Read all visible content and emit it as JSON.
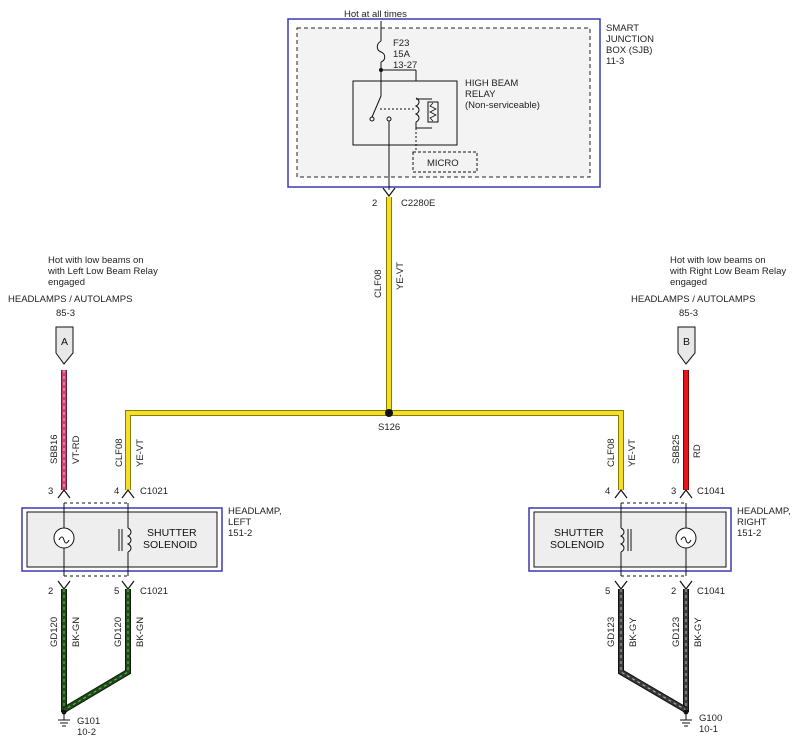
{
  "sjb": {
    "power_label": "Hot at all times",
    "title": [
      "SMART",
      "JUNCTION",
      "BOX (SJB)",
      "11-3"
    ],
    "fuse": {
      "name": "F23",
      "rating": "15A",
      "ref": "13-27"
    },
    "relay": [
      "HIGH BEAM",
      "RELAY",
      "(Non-serviceable)"
    ],
    "micro": "MICRO",
    "pin": "2",
    "connector": "C2280E"
  },
  "center_wire": {
    "circuit": "CLF08",
    "color": "YE-VT",
    "color_hex": "#f3de2a"
  },
  "splice": "S126",
  "left_source": {
    "note": [
      "Hot with low beams on",
      "with Left Low Beam Relay",
      "engaged"
    ],
    "ref_title": "HEADLAMPS / AUTOLAMPS",
    "ref_page": "85-3",
    "flag": "A"
  },
  "right_source": {
    "note": [
      "Hot with low beams on",
      "with Right Low Beam Relay",
      "engaged"
    ],
    "ref_title": "HEADLAMPS / AUTOLAMPS",
    "ref_page": "85-3",
    "flag": "B"
  },
  "left_wires": {
    "sbb": {
      "circuit": "SBB16",
      "color": "VT-RD",
      "color_hex": "#d0426e"
    },
    "clf": {
      "circuit": "CLF08",
      "color": "YE-VT"
    }
  },
  "right_wires": {
    "sbb": {
      "circuit": "SBB25",
      "color": "RD",
      "color_hex": "#e8141c"
    },
    "clf": {
      "circuit": "CLF08",
      "color": "YE-VT"
    }
  },
  "left_headlamp": {
    "title": [
      "HEADLAMP,",
      "LEFT",
      "151-2"
    ],
    "solenoid": [
      "SHUTTER",
      "SOLENOID"
    ],
    "top_pins": [
      "3",
      "4"
    ],
    "top_connector": "C1021",
    "bottom_pins": [
      "2",
      "5"
    ],
    "bottom_connector": "C1021"
  },
  "right_headlamp": {
    "title": [
      "HEADLAMP,",
      "RIGHT",
      "151-2"
    ],
    "solenoid": [
      "SHUTTER",
      "SOLENOID"
    ],
    "top_pins": [
      "4",
      "3"
    ],
    "top_connector": "C1041",
    "bottom_pins": [
      "5",
      "2"
    ],
    "bottom_connector": "C1041"
  },
  "left_ground_wires": {
    "circuit": "GD120",
    "color": "BK-GN",
    "color_hex": "#1f4a1a"
  },
  "right_ground_wires": {
    "circuit": "GD123",
    "color": "BK-GY",
    "color_hex": "#3a3a3a"
  },
  "left_ground": {
    "name": "G101",
    "ref": "10-2"
  },
  "right_ground": {
    "name": "G100",
    "ref": "10-1"
  }
}
